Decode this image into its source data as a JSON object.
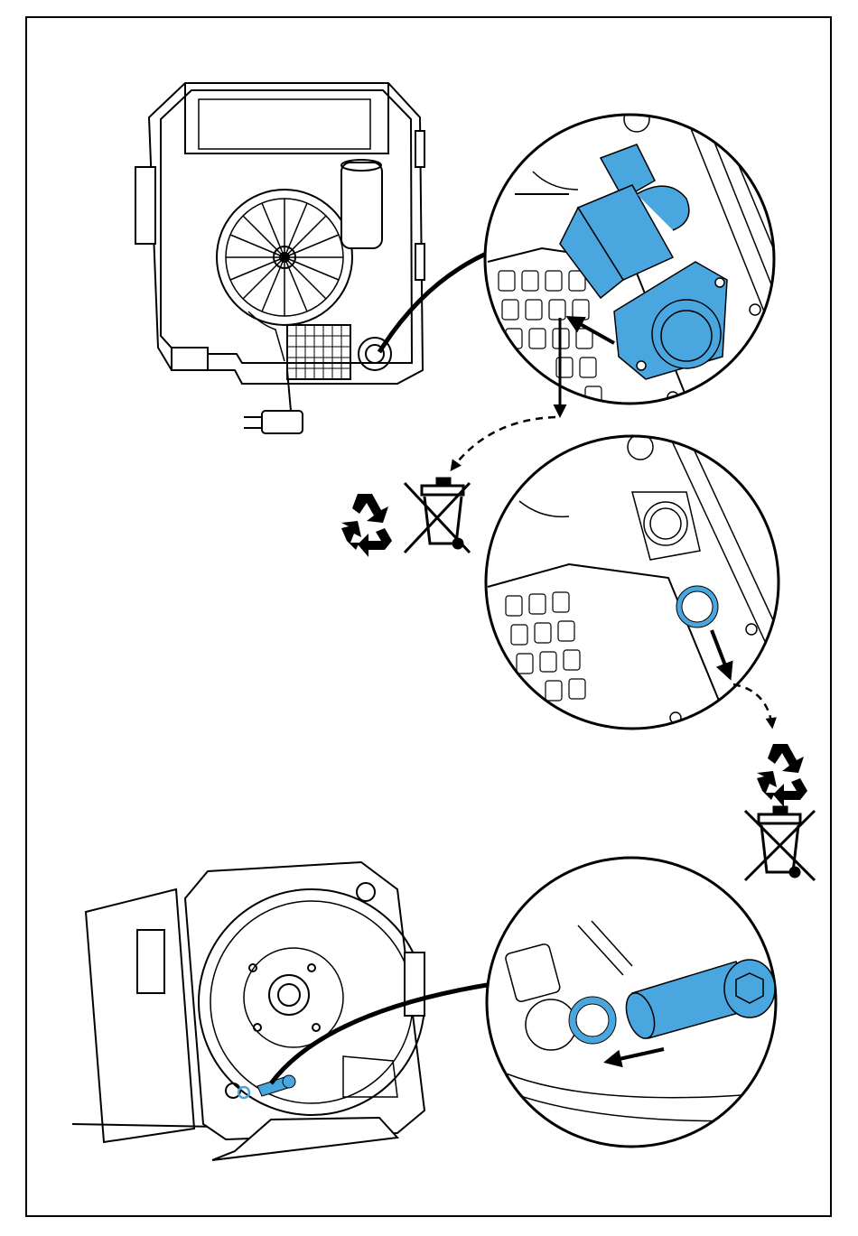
{
  "colors": {
    "highlight": "#4aa6de",
    "highlight_dark": "#2f7fb2",
    "line": "#000000",
    "paper": "#ffffff"
  },
  "diagram": {
    "steps": [
      {
        "name": "solenoid-valve-removal",
        "highlighted_part": "solenoid-valve"
      },
      {
        "name": "seal-ring-removal",
        "highlighted_part": "seal-ring"
      },
      {
        "name": "bolt-and-ring-removal",
        "highlighted_part": "bolt"
      }
    ],
    "disposal_icons": [
      "recycle-icon",
      "crossed-bin-icon"
    ]
  }
}
